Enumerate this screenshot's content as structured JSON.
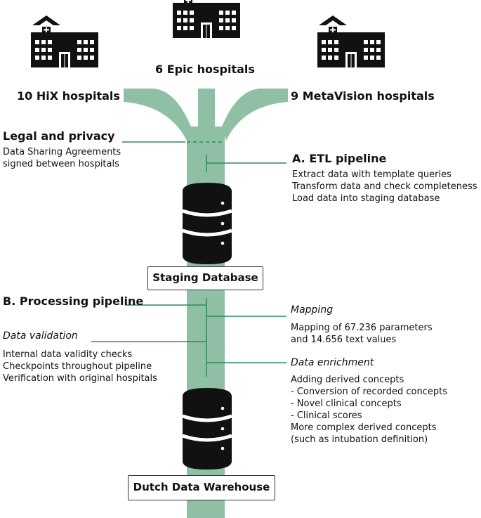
{
  "sources": {
    "hix": "10 HiX hospitals",
    "epic": "6 Epic hospitals",
    "metavision": "9 MetaVision hospitals"
  },
  "legal": {
    "title": "Legal and privacy",
    "lines": [
      "Data Sharing Agreements",
      "signed between hospitals"
    ]
  },
  "etl": {
    "title": "A. ETL pipeline",
    "lines": [
      "Extract data with template queries",
      "Transform data and check completeness",
      "Load data into staging database"
    ]
  },
  "staging": {
    "label": "Staging Database"
  },
  "processing": {
    "title": "B. Processing pipeline"
  },
  "validation": {
    "title": "Data validation",
    "lines": [
      "Internal data validity checks",
      "Checkpoints throughout pipeline",
      "Verification with original hospitals"
    ]
  },
  "mapping": {
    "title": "Mapping",
    "lines": [
      "Mapping of 67.236 parameters",
      "and 14.656 text values"
    ]
  },
  "enrichment": {
    "title": "Data enrichment",
    "lines": [
      "Adding derived concepts",
      "- Conversion of recorded concepts",
      "- Novel clinical concepts",
      "- Clinical scores",
      "More complex derived concepts",
      "(such as intubation definition)"
    ]
  },
  "warehouse": {
    "label": "Dutch Data Warehouse"
  },
  "colors": {
    "pipe": "#8fbfa4",
    "line": "#2e8b57",
    "icon": "#111111"
  }
}
